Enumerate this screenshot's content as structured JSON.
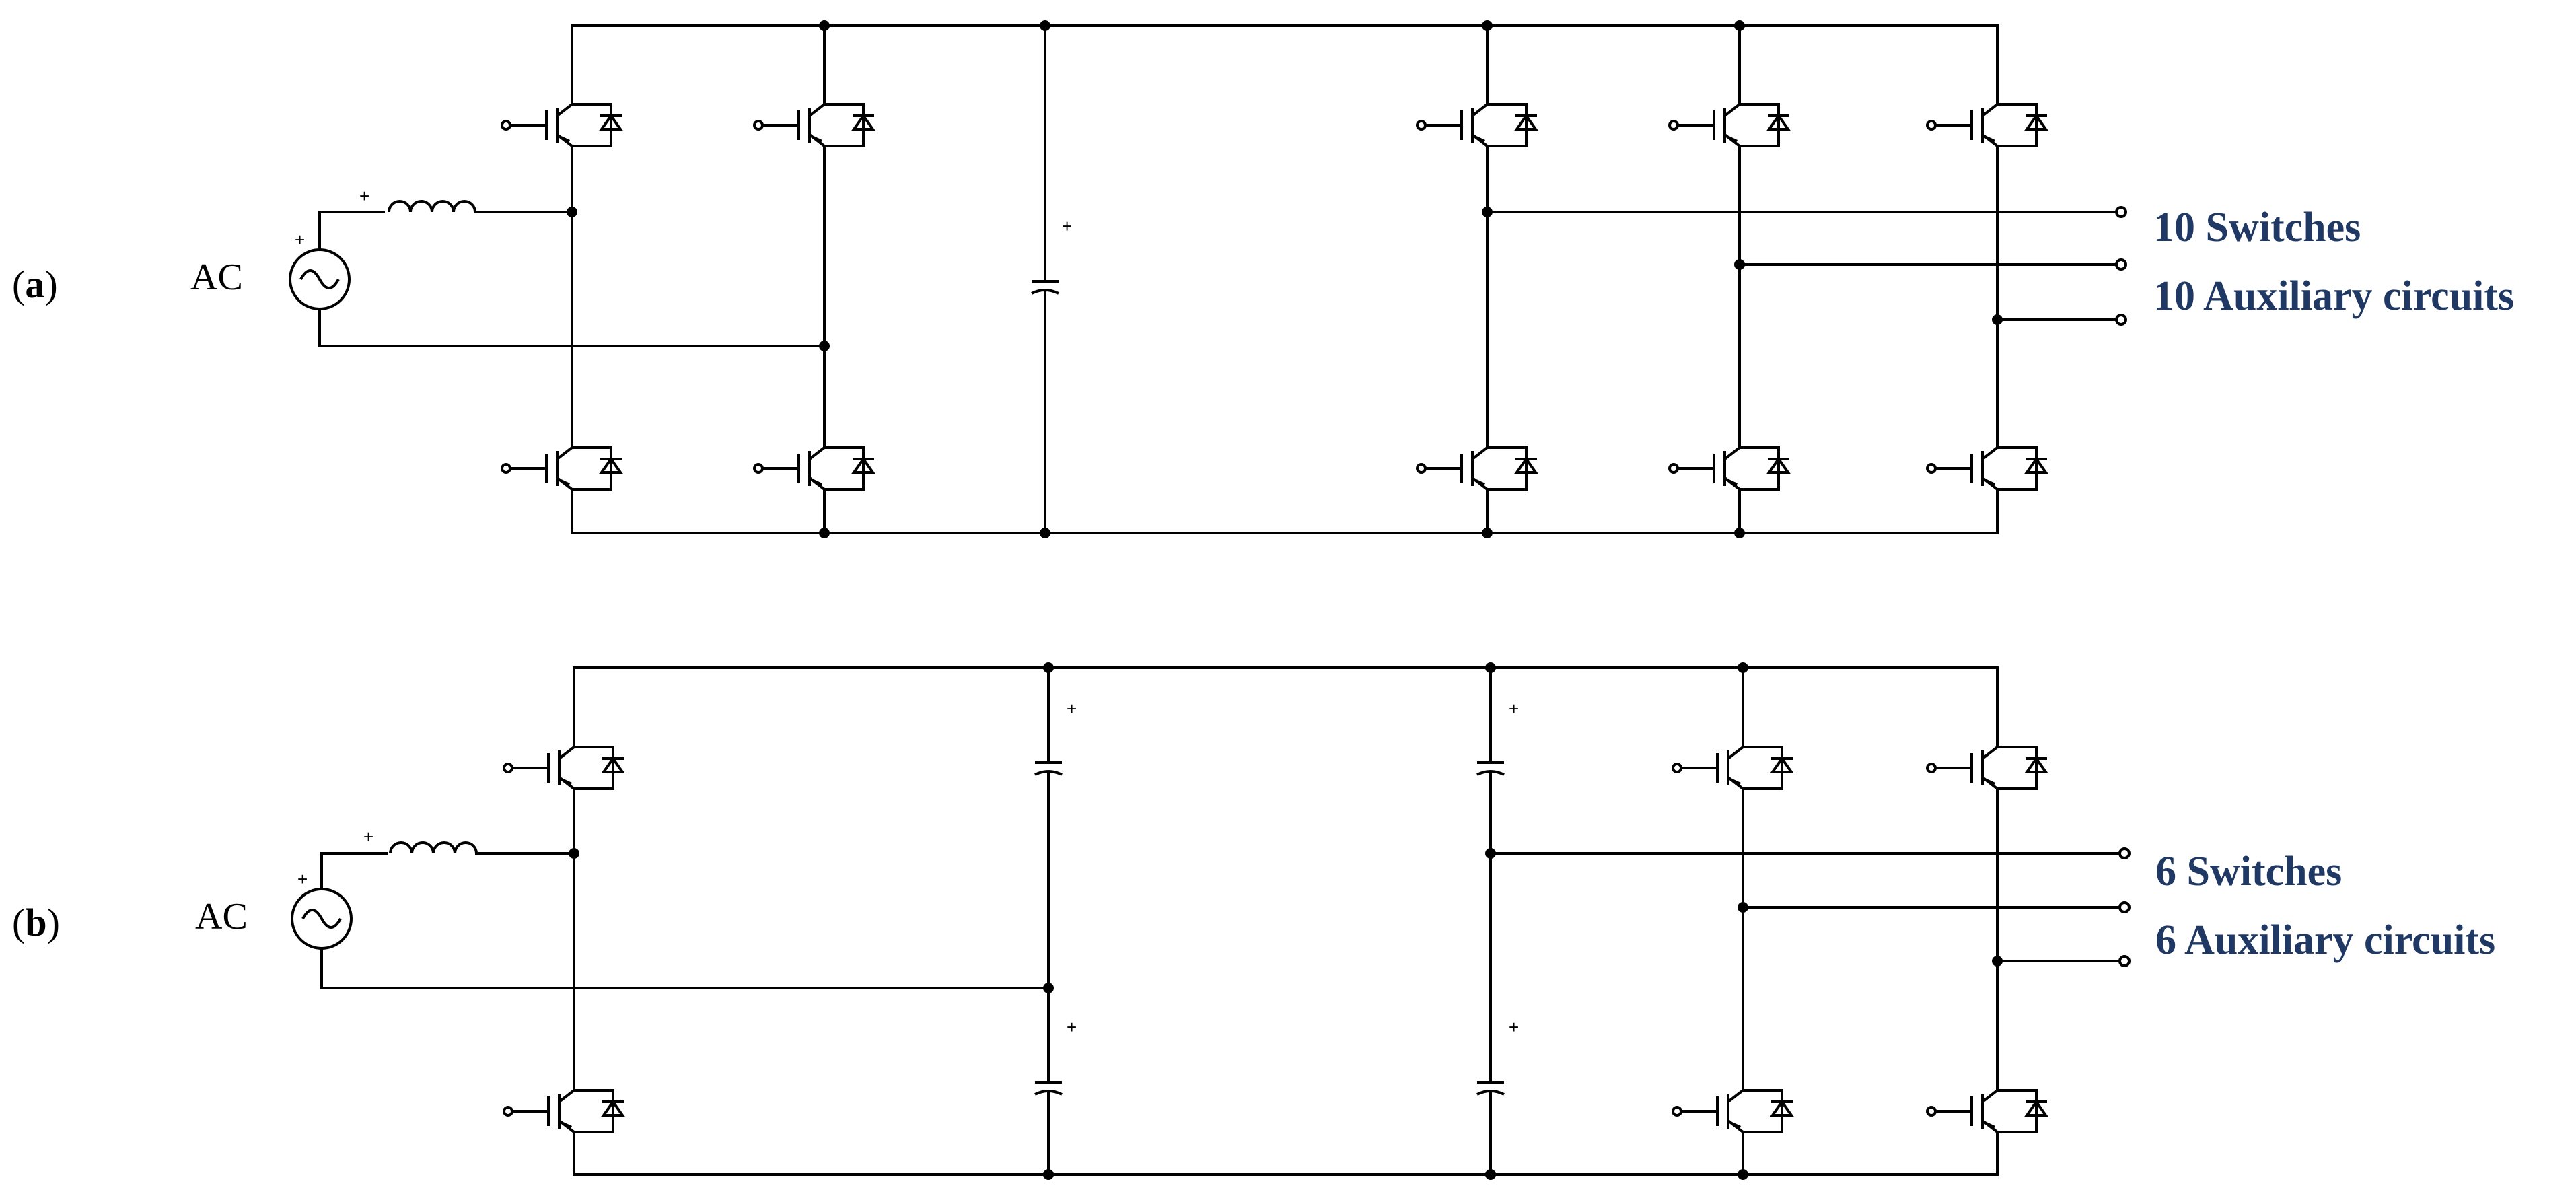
{
  "colors": {
    "wire": "#000000",
    "annotation": "#1f3864",
    "background": "#ffffff"
  },
  "panels": [
    {
      "id": "a",
      "label": "a",
      "source_label": "AC",
      "annotations": [
        "10 Switches",
        "10 Auxiliary circuits"
      ]
    },
    {
      "id": "b",
      "label": "b",
      "source_label": "AC",
      "annotations": [
        "6 Switches",
        "6 Auxiliary circuits"
      ]
    }
  ],
  "icons": {
    "switch": "igbt-with-antiparallel-diode-icon",
    "source": "ac-source-icon",
    "inductor": "inductor-icon",
    "capacitor": "capacitor-icon"
  }
}
